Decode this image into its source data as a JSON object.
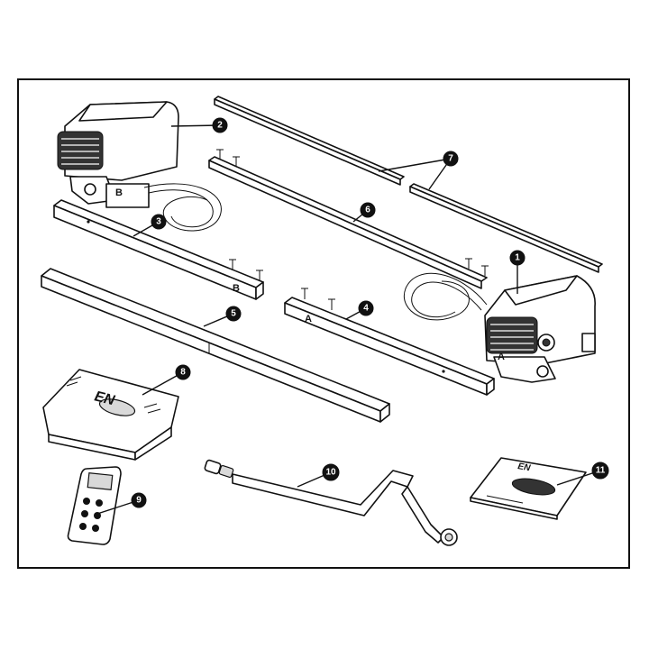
{
  "callouts": [
    "1",
    "2",
    "3",
    "4",
    "5",
    "6",
    "7",
    "8",
    "9",
    "10",
    "11"
  ],
  "end_markers": {
    "a": "A",
    "b": "B"
  },
  "brand": {
    "prefix": "EN"
  },
  "colors": {
    "ink": "#111111",
    "paper": "#ffffff",
    "shade": "#d9d9d9"
  }
}
